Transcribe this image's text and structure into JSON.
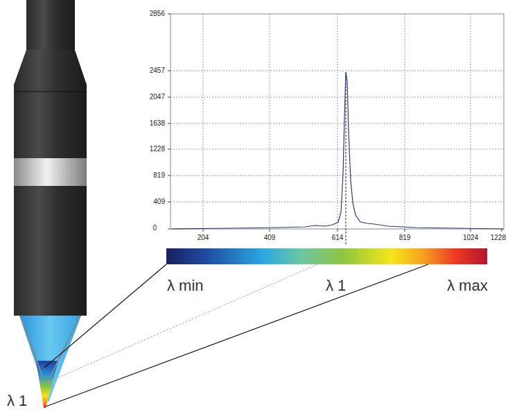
{
  "diagram": {
    "labels": [
      "2856",
      "2457",
      "2047",
      "1638",
      "1228",
      "819",
      "409",
      "0",
      "204",
      "409",
      "614",
      "819",
      "1024",
      "1228",
      "λ min",
      "λ 1",
      "λ max",
      "λ 1"
    ]
  }
}
